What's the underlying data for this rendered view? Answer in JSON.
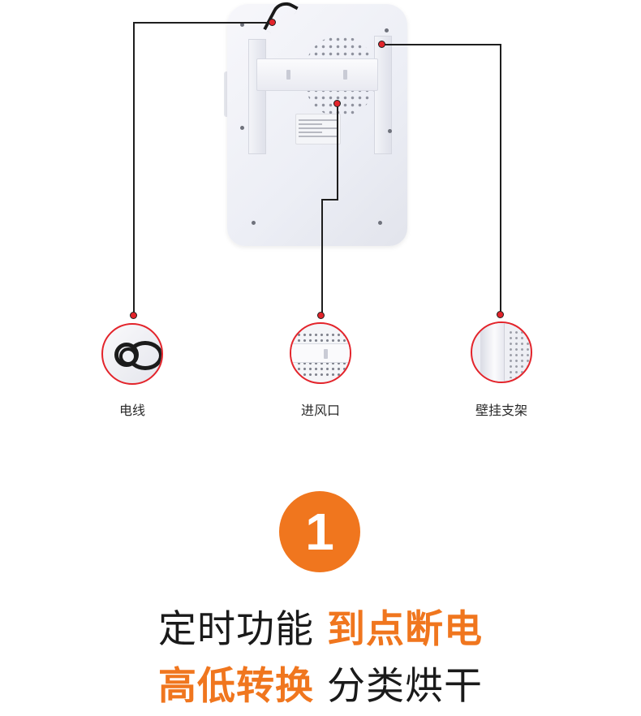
{
  "callouts": [
    {
      "id": "power",
      "label": "电线",
      "icon": "power-cable-icon"
    },
    {
      "id": "vent",
      "label": "进风口",
      "icon": "air-inlet-icon"
    },
    {
      "id": "bracket",
      "label": "壁挂支架",
      "icon": "wall-bracket-icon"
    }
  ],
  "badge": {
    "number": "1"
  },
  "headline": {
    "line1": {
      "plain": "定时功能",
      "highlight": "到点断电"
    },
    "line2": {
      "highlight": "高低转换",
      "plain": "分类烘干"
    }
  },
  "colors": {
    "accent": "#f0761e",
    "marker": "#e3242b",
    "text": "#1a1a1a"
  }
}
